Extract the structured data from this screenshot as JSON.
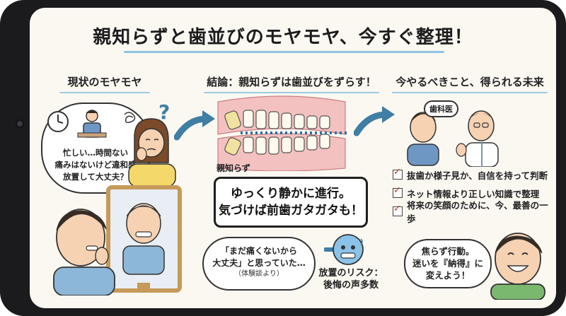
{
  "title": "親知らずと歯並びのモヤモヤ、今すぐ整理！",
  "sections": [
    {
      "heading": "現状のモヤモヤ"
    },
    {
      "heading": "結論：親知らずは歯並びをずらす！"
    },
    {
      "heading": "今やるべきこと、得られる未来"
    }
  ],
  "worry_thought": [
    "忙しい…時間ない",
    "痛みはないけど違和感",
    "放置して大丈夫？"
  ],
  "jaw_label": "親知らず",
  "conclusion_callout": [
    "ゆっくり静かに進行。",
    "気づけば前歯ガタガタも！"
  ],
  "experience_quote": {
    "lines": [
      "「まだ痛くないから",
      "大丈夫」と思っていた…"
    ],
    "note": "（体験談より）"
  },
  "risk_caption": [
    "放置のリスク：",
    "後悔の声多数"
  ],
  "dentist_badge": "歯科医",
  "checklist": [
    "抜歯か様子見か、自信を持って判断",
    "ネット情報より正しい知識で整理",
    "将来の笑顔のために、今、最善の一歩"
  ],
  "action_bubble": [
    "焦らず行動。",
    "迷いを『納得』に",
    "変えよう！"
  ],
  "colors": {
    "accent_underline": "#8fc3df",
    "check_mark": "#c0392b",
    "arrow": "#3f7ea5",
    "mirror_frame": "#c59a5a"
  }
}
